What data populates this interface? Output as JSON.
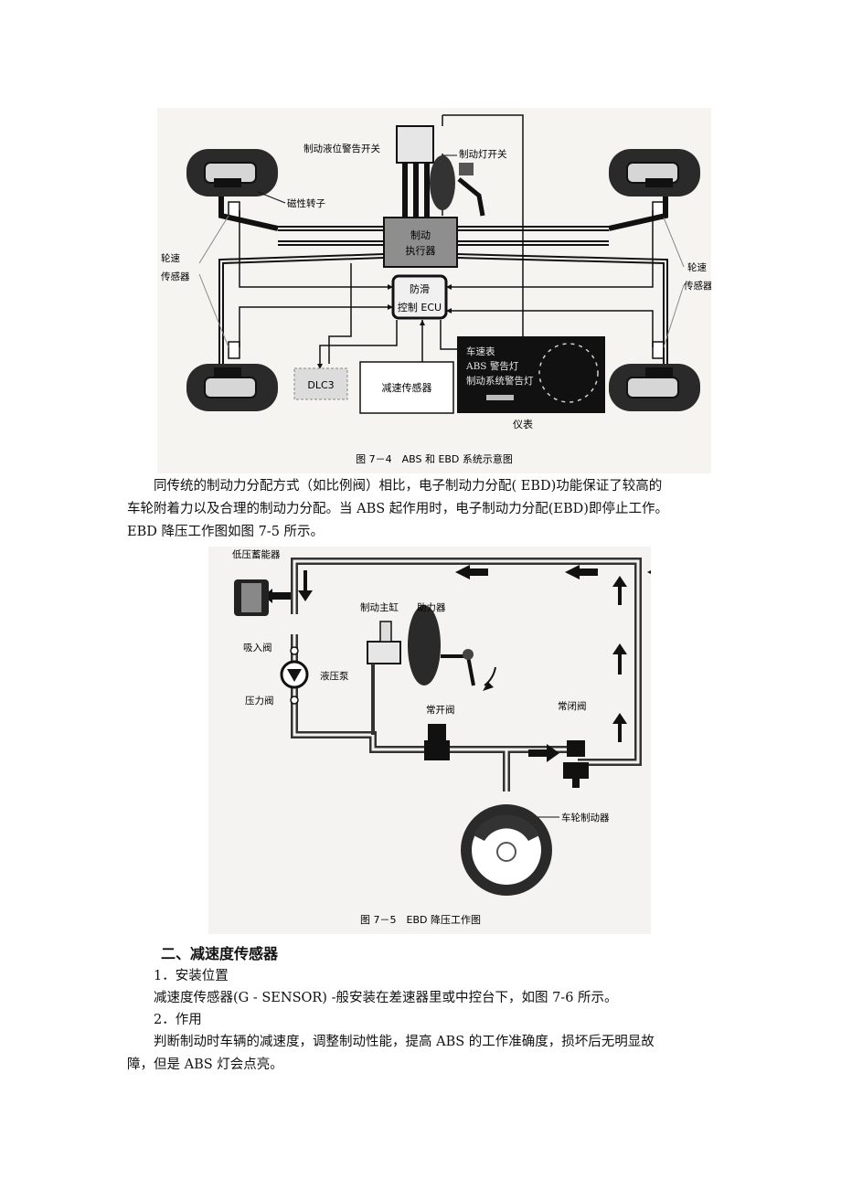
{
  "figure1": {
    "labels": {
      "fluid_warning_switch": "制动液位警告开关",
      "brake_light_switch": "制动灯开关",
      "magnetic_rotor": "磁性转子",
      "actuator_1": "制动",
      "actuator_2": "执行器",
      "ecu_1": "防滑",
      "ecu_2": "控制 ECU",
      "wheel_sensor_left_1": "轮速",
      "wheel_sensor_left_2": "传感器",
      "wheel_sensor_right_1": "轮速",
      "wheel_sensor_right_2": "传感器",
      "dlc3": "DLC3",
      "decel_sensor": "减速传感器",
      "speedometer": "车速表",
      "abs_warning": "ABS 警告灯",
      "brake_warning": "制动系统警告灯",
      "instrument": "仪表"
    },
    "caption": "图 7－4　ABS 和 EBD 系统示意图"
  },
  "paragraph1": [
    "同传统的制动力分配方式（如比例阀）相比，电子制动力分配( EBD)功能保证了较高的",
    "车轮附着力以及合理的制动力分配。当 ABS 起作用时，电子制动力分配(EBD)即停止工作。",
    "EBD 降压工作图如图 7-5 所示。"
  ],
  "figure2": {
    "labels": {
      "accumulator": "低压蓄能器",
      "master_cylinder": "制动主缸",
      "booster": "助力器",
      "suction_valve": "吸入阀",
      "pump": "液压泵",
      "pressure_valve": "压力阀",
      "normally_open": "常开阀",
      "normally_closed": "常闭阀",
      "wheel_brake": "车轮制动器"
    },
    "caption": "图 7－5　EBD 降压工作图"
  },
  "section": {
    "heading": "二、减速度传感器",
    "item1": "1．安装位置",
    "item1_text": "减速度传感器(G - SENSOR) -般安装在差速器里或中控台下，如图 7-6 所示。",
    "item2": "2．作用",
    "item2_text": [
      "判断制动时车辆的减速度，调整制动性能，提高 ABS 的工作准确度，损坏后无明显故",
      "障，但是 ABS 灯会点亮。"
    ]
  }
}
